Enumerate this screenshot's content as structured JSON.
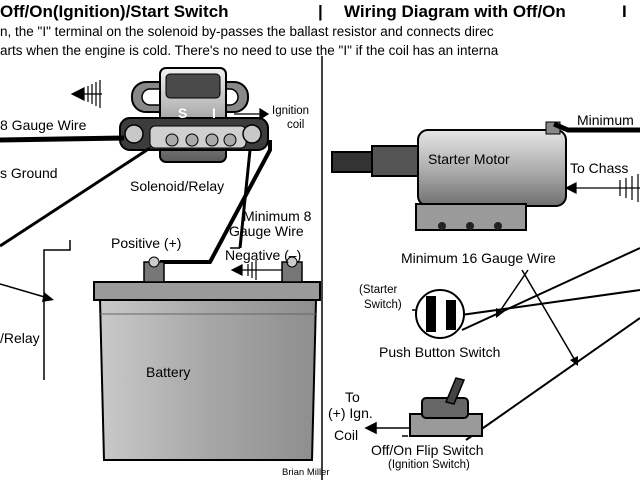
{
  "header": {
    "left_title": "Off/On(Ignition)/Start Switch",
    "separator": "|",
    "right_title": "Wiring Diagram with Off/On",
    "right_fragment": "I"
  },
  "intro": {
    "line1": "n, the \"I\" terminal on the solenoid by-passes the ballast resistor and connects direc",
    "line2": "arts when the engine is cold. There's no need to use the \"I\" if the coil has an interna"
  },
  "left_panel": {
    "gauge_wire": "8 Gauge Wire",
    "ground": "s Ground",
    "terminal_s": "S",
    "terminal_i": "I",
    "ignition_coil_1": "Ignition",
    "ignition_coil_2": "coil",
    "solenoid": "Solenoid/Relay",
    "min8_1": "Minimum 8",
    "min8_2": "Gauge Wire",
    "positive": "Positive (+)",
    "negative": "Negative (–)",
    "relay_fragment": "/Relay",
    "battery": "Battery",
    "credit": "Brian Miller"
  },
  "right_panel": {
    "minimum": "Minimum",
    "starter_motor": "Starter Motor",
    "to_chassis": "To Chass",
    "min16": "Minimum 16 Gauge Wire",
    "starter_switch_1": "(Starter",
    "starter_switch_2": "Switch)",
    "push_button": "Push Button Switch",
    "to": "To",
    "ign": "(+) Ign.",
    "coil": "Coil",
    "flip_switch": "Off/On Flip Switch",
    "ignition_switch": "(Ignition Switch)"
  }
}
